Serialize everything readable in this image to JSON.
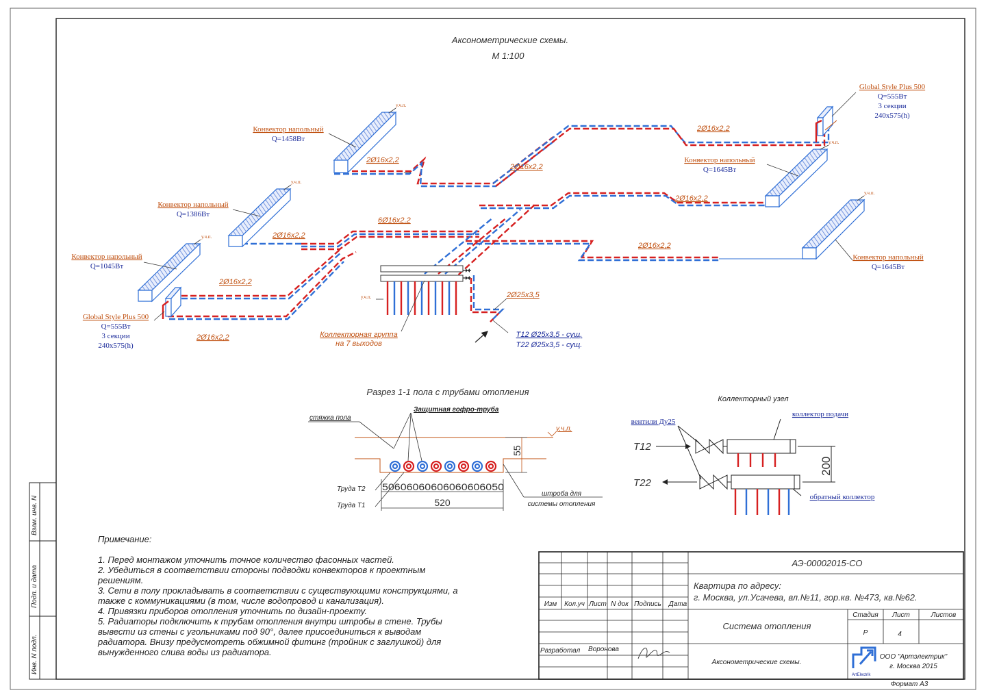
{
  "header": {
    "title": "Аксонометрические схемы.",
    "scale": "М  1:100"
  },
  "labels": {
    "conv1_name": "Конвектор напольный",
    "conv1_q": "Q=1458Вт",
    "conv2_name": "Конвектор напольный",
    "conv2_q": "Q=1386Вт",
    "conv3_name": "Конвектор напольный",
    "conv3_q": "Q=1045Вт",
    "conv4_name": "Конвектор напольный",
    "conv4_q": "Q=1645Вт",
    "conv5_name": "Конвектор напольный",
    "conv5_q": "Q=1645Вт",
    "gsp_left_name": "Global Style Plus 500",
    "gsp_left_q": "Q=555Вт",
    "gsp_left_sec": "3 секции",
    "gsp_left_size": "240х575(h)",
    "gsp_right_name": "Global Style Plus 500",
    "gsp_right_q": "Q=555Вт",
    "gsp_right_sec": "3 секции",
    "gsp_right_size": "240х575(h)",
    "pipe_a": "2Ø16х2,2",
    "pipe_b": "2Ø16х2,2",
    "pipe_c": "6Ø16х2,2",
    "pipe_d": "2Ø16х2,2",
    "pipe_e": "2Ø16х2,2",
    "pipe_f": "2Ø16х2,2",
    "pipe_g": "2Ø16х2,2",
    "pipe_h": "2Ø16х2,2",
    "pipe_i": "2Ø16х2,2",
    "pipe_j": "2Ø25х3,5",
    "ucp": "у.ч.п.",
    "collector_group": "Коллекторная группа",
    "collector_outputs": "на 7 выходов",
    "t12_main": "Т12 Ø25х3,5 - сущ.",
    "t22_main": "Т22 Ø25х3,5 - сущ."
  },
  "section": {
    "title": "Разрез 1-1 пола с трубами отопления",
    "screed": "стяжка пола",
    "corrugated": "Защитная гофро-труба",
    "ucp": "у.ч.п.",
    "dim_55": "55",
    "pipe_t2": "Труда Т2",
    "pipe_t1": "Труда Т1",
    "spacing": "50606060606060606050",
    "dim_520": "520",
    "groove_1": "штроба для",
    "groove_2": "системы отопления"
  },
  "node": {
    "title": "Коллекторный узел",
    "valves": "вентили Ду25",
    "supply": "коллектор подачи",
    "return_c": "обратный коллектор",
    "t12": "Т12",
    "t22": "Т22",
    "dim_200": "200"
  },
  "notes": {
    "heading": "Примечание:",
    "lines": [
      "1. Перед монтажом уточнить точное количество фасонных частей.",
      "2. Убедиться в соответствии стороны подводки конвекторов к проектным",
      "решениям.",
      "3. Сети в полу прокладывать в соответствии с существующими конструкциями, а",
      "также с коммуникациями (в том, числе водопровод и канализация).",
      "4. Привязки приборов отопления уточнить по дизайн-проекту.",
      "5. Радиаторы подключить к трубам отопления внутри штробы в стене. Трубы",
      "вывести из стены с угольниками под 90°, далее присоединиться к выводам",
      "радиатора. Внизу предусмотреть обжимной фитинг (тройник с заглушкой) для",
      "вынужденного слива воды из радиатора."
    ]
  },
  "side_stamp": {
    "vzam": "Взам. инв. N",
    "podp": "Подп. и дата",
    "inv": "Инв. N подл."
  },
  "title_block": {
    "code": "АЭ-00002015-СО",
    "address_1": "Квартира по адресу:",
    "address_2": "г. Москва, ул.Усачева, вл.№11, гор.кв. №473, кв.№62.",
    "col_izm": "Изм",
    "col_koluch": "Кол.уч",
    "col_list": "Лист",
    "col_ndok": "N док",
    "col_podpis": "Подпись",
    "col_data": "Дата",
    "system": "Система отопления",
    "stage_h": "Стадия",
    "sheet_h": "Лист",
    "sheets_h": "Листов",
    "stage_v": "Р",
    "sheet_v": "4",
    "developed": "Разработал",
    "developer": "Воронова",
    "drawing": "Аксонометрические схемы.",
    "company": "ООО \"Артэлектрик\"",
    "city": "г. Москва 2015",
    "logo_text": "ArtElectrik",
    "format": "Формат А3"
  },
  "colors": {
    "supply": "#d62020",
    "return": "#2f6fd6",
    "label_orange": "#c05010",
    "label_blue": "#1a2a9a",
    "frame": "#333333"
  }
}
